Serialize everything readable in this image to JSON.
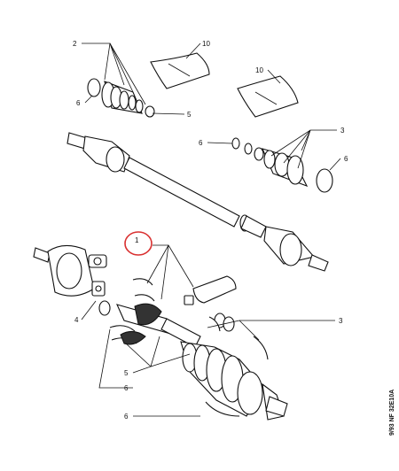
{
  "diagram": {
    "callouts": [
      {
        "id": "c2",
        "text": "2"
      },
      {
        "id": "c10a",
        "text": "10"
      },
      {
        "id": "c6a",
        "text": "6"
      },
      {
        "id": "c5a",
        "text": "5"
      },
      {
        "id": "c10b",
        "text": "10"
      },
      {
        "id": "c3a",
        "text": "3"
      },
      {
        "id": "c6b",
        "text": "6"
      },
      {
        "id": "c6c",
        "text": "6"
      },
      {
        "id": "c1",
        "text": "1"
      },
      {
        "id": "c4",
        "text": "4"
      },
      {
        "id": "c3b",
        "text": "3"
      },
      {
        "id": "c5b",
        "text": "5"
      },
      {
        "id": "c6d",
        "text": "6"
      },
      {
        "id": "c6e",
        "text": "6"
      }
    ],
    "side_code": "9/93  NF  32E10A",
    "highlight_color": "#d93030"
  }
}
